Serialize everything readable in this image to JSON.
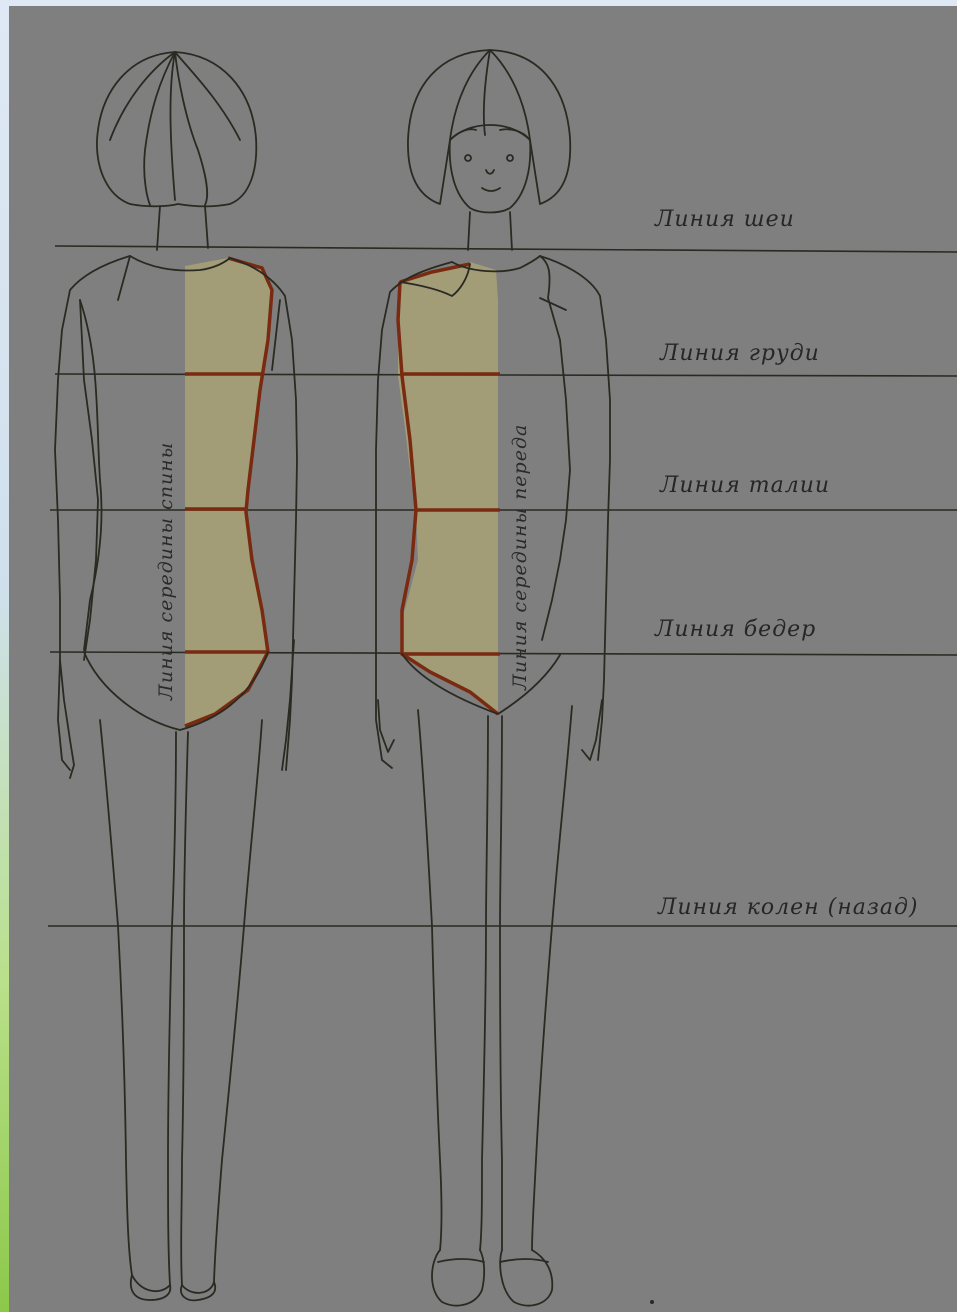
{
  "line_labels": {
    "neck": "Линия шеи",
    "chest": "Линия груди",
    "waist": "Линия талии",
    "hips": "Линия бедер",
    "knees": "Линия колен (назад)"
  },
  "vertical_labels": {
    "back": "Линия середины спины",
    "front": "Линия середины переда"
  },
  "colors": {
    "background": "#7f7f7f",
    "ink": "#2a2a22",
    "highlight_fill": "#a8a275",
    "highlight_line": "#7a2a10",
    "frame_gradient_top": "#dfe9f5",
    "frame_gradient_bottom": "#8cc84a"
  }
}
